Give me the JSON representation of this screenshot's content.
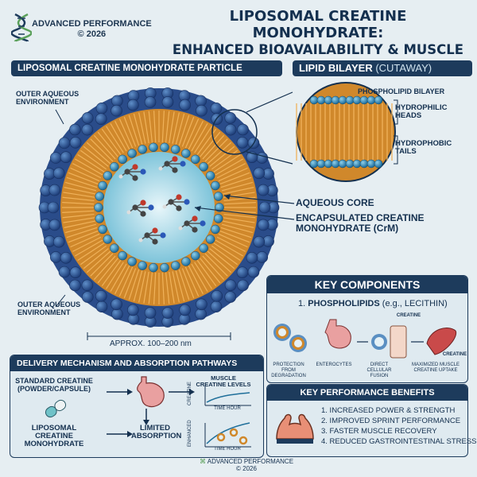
{
  "brand": {
    "name": "ADVANCED PERFORMANCE",
    "year": "© 2026"
  },
  "title": {
    "line1": "LIPOSOMAL CREATINE MONOHYDRATE:",
    "line2": "ENHANCED BIOAVAILABILITY & MUSCLE UPTAKE"
  },
  "particle": {
    "header": "LIPOSOMAL CREATINE MONOHYDRATE PARTICLE",
    "outer_top": "OUTER AQUEOUS ENVIRONMENT",
    "outer_bottom": "OUTER AQUEOUS ENVIRONMENT",
    "aqueous_core": "AQUEOUS CORE",
    "encapsulated": "ENCAPSULATED CREATINE MONOHYDRATE (CrM)",
    "size": "APPROX. 100–200 nm"
  },
  "bilayer": {
    "header_main": "LIPID BILAYER",
    "header_sub": "(CUTAWAY)",
    "phospholipid": "PHOSPHOLIPID BILAYER",
    "heads": "HYDROPHILIC HEADS",
    "tails": "HYDROPHOBIC TAILS"
  },
  "components": {
    "header": "KEY COMPONENTS",
    "item_num": "1.",
    "item_name": "PHOSPHOLIPIDS",
    "item_example": "(e.g., LECITHIN)",
    "creatine_top": "CREATINE",
    "creatine_right": "CREATINE",
    "captions": [
      "PROTECTION FROM DEGRADATION",
      "ENTEROCYTES",
      "DIRECT CELLULAR FUSION",
      "MAXIMIZED MUSCLE CREATINE UPTAKE"
    ]
  },
  "benefits": {
    "header": "KEY PERFORMANCE BENEFITS",
    "items": [
      "1. INCREASED POWER & STRENGTH",
      "2. IMPROVED SPRINT PERFORMANCE",
      "3. FASTER MUSCLE RECOVERY",
      "4. REDUCED GASTROINTESTINAL STRESS"
    ]
  },
  "delivery": {
    "header": "DELIVERY MECHANISM AND ABSORPTION PATHWAYS",
    "standard": "STANDARD CREATINE (POWDER/CAPSULE)",
    "liposomal": "LIPOSOMAL CREATINE MONOHYDRATE",
    "limited": "LIMITED ABSORPTION",
    "muscle_levels": "MUSCLE CREATINE LEVELS",
    "axis_creatinine": "CREATINE",
    "axis_enhanced": "ENHANCED",
    "time1": "TIME HOUR",
    "time2": "TIME HOUR"
  },
  "footer": {
    "name": "ADVANCED PERFORMANCE",
    "year": "© 2026"
  }
}
